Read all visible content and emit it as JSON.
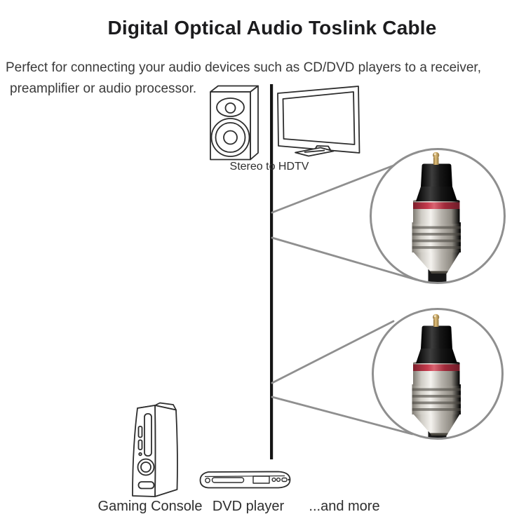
{
  "page": {
    "title": "Digital Optical Audio Toslink Cable",
    "subtitle_line1": "Perfect for connecting your audio devices such as CD/DVD players to a receiver,",
    "subtitle_line2": "preamplifier or audio processor."
  },
  "diagram": {
    "top_pair_label": "Stereo to HDTV",
    "bottom_labels": {
      "gaming_console": "Gaming Console",
      "dvd_player": "DVD player",
      "more": "...and more"
    },
    "illustrations": [
      "stereo-speaker-icon",
      "hdtv-icon",
      "gaming-console-icon",
      "dvd-player-icon"
    ],
    "insets": {
      "count": 2,
      "subject": "toslink-connector-close-up"
    },
    "colors": {
      "ink": "#2d2d2d",
      "callout_gray": "#8f8f8f",
      "cable_line": "#151515",
      "connector_red_ring": "#b5293b",
      "connector_metal_highlight": "#f4f2ee",
      "connector_plug_black": "#161616",
      "connector_pin_gold": "#c2a159"
    }
  }
}
